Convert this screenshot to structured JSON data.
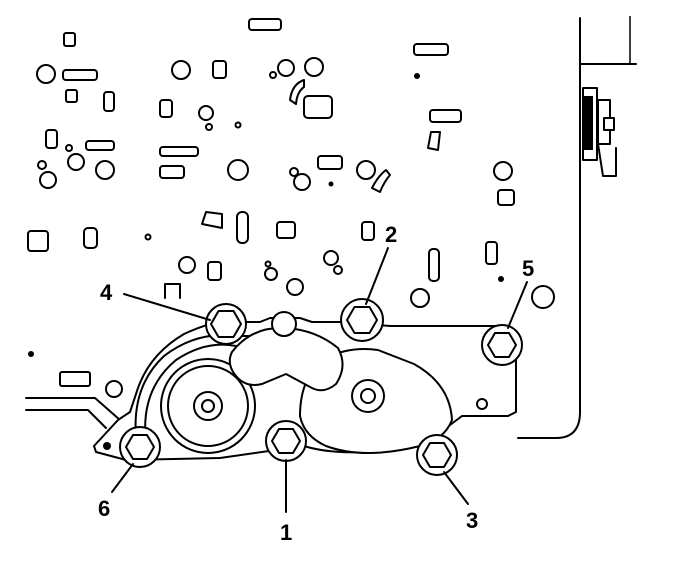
{
  "figure": {
    "callouts": [
      {
        "id": "bolt-1",
        "label": "1"
      },
      {
        "id": "bolt-2",
        "label": "2"
      },
      {
        "id": "bolt-3",
        "label": "3"
      },
      {
        "id": "bolt-4",
        "label": "4"
      },
      {
        "id": "bolt-5",
        "label": "5"
      },
      {
        "id": "bolt-6",
        "label": "6"
      }
    ]
  }
}
